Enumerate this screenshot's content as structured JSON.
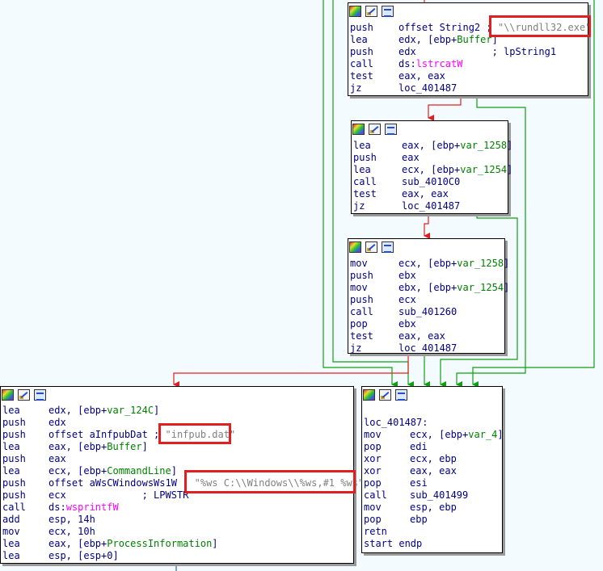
{
  "nodes": [
    {
      "id": "block-push-rundll32",
      "lines": [
        {
          "mn": "push",
          "parts": [
            {
              "t": "offset String2",
              "c": ""
            },
            {
              "t": " ; ",
              "c": ""
            },
            {
              "t": "\"\\\\rundll32.exe\"",
              "c": "str"
            }
          ]
        },
        {
          "mn": "lea",
          "parts": [
            {
              "t": "edx, [ebp+",
              "c": ""
            },
            {
              "t": "Buffer",
              "c": "var"
            },
            {
              "t": "]",
              "c": ""
            }
          ]
        },
        {
          "mn": "push",
          "parts": [
            {
              "t": "edx",
              "c": ""
            },
            {
              "t": "             ; lpString1",
              "c": ""
            }
          ]
        },
        {
          "mn": "call",
          "parts": [
            {
              "t": "ds:",
              "c": ""
            },
            {
              "t": "lstrcatW",
              "c": "imp"
            }
          ]
        },
        {
          "mn": "test",
          "parts": [
            {
              "t": "eax, eax",
              "c": ""
            }
          ]
        },
        {
          "mn": "jz",
          "parts": [
            {
              "t": "loc_401487",
              "c": ""
            }
          ]
        }
      ]
    },
    {
      "id": "block-call-sub-4010c0",
      "lines": [
        {
          "mn": "lea",
          "parts": [
            {
              "t": "eax, [ebp+",
              "c": ""
            },
            {
              "t": "var_1258",
              "c": "var"
            },
            {
              "t": "]",
              "c": ""
            }
          ]
        },
        {
          "mn": "push",
          "parts": [
            {
              "t": "eax",
              "c": ""
            }
          ]
        },
        {
          "mn": "lea",
          "parts": [
            {
              "t": "ecx, [ebp+",
              "c": ""
            },
            {
              "t": "var_1254",
              "c": "var"
            },
            {
              "t": "]",
              "c": ""
            }
          ]
        },
        {
          "mn": "call",
          "parts": [
            {
              "t": "sub_4010C0",
              "c": ""
            }
          ]
        },
        {
          "mn": "test",
          "parts": [
            {
              "t": "eax, eax",
              "c": ""
            }
          ]
        },
        {
          "mn": "jz",
          "parts": [
            {
              "t": "loc_401487",
              "c": ""
            }
          ]
        }
      ]
    },
    {
      "id": "block-call-sub-401260",
      "lines": [
        {
          "mn": "mov",
          "parts": [
            {
              "t": "ecx, [ebp+",
              "c": ""
            },
            {
              "t": "var_1258",
              "c": "var"
            },
            {
              "t": "]",
              "c": ""
            }
          ]
        },
        {
          "mn": "push",
          "parts": [
            {
              "t": "ebx",
              "c": ""
            }
          ]
        },
        {
          "mn": "mov",
          "parts": [
            {
              "t": "ebx, [ebp+",
              "c": ""
            },
            {
              "t": "var_1254",
              "c": "var"
            },
            {
              "t": "]",
              "c": ""
            }
          ]
        },
        {
          "mn": "push",
          "parts": [
            {
              "t": "ecx",
              "c": ""
            }
          ]
        },
        {
          "mn": "call",
          "parts": [
            {
              "t": "sub_401260",
              "c": ""
            }
          ]
        },
        {
          "mn": "pop",
          "parts": [
            {
              "t": "ebx",
              "c": ""
            }
          ]
        },
        {
          "mn": "test",
          "parts": [
            {
              "t": "eax, eax",
              "c": ""
            }
          ]
        },
        {
          "mn": "jz",
          "parts": [
            {
              "t": "loc_401487",
              "c": ""
            }
          ]
        }
      ]
    },
    {
      "id": "block-wsprintf-infpub",
      "lines": [
        {
          "mn": "lea",
          "parts": [
            {
              "t": "edx, [ebp+",
              "c": ""
            },
            {
              "t": "var_124C",
              "c": "var"
            },
            {
              "t": "]",
              "c": ""
            }
          ]
        },
        {
          "mn": "push",
          "parts": [
            {
              "t": "edx",
              "c": ""
            }
          ]
        },
        {
          "mn": "push",
          "parts": [
            {
              "t": "offset aInfpubDat ; ",
              "c": ""
            },
            {
              "t": "\"infpub.dat\"",
              "c": "str"
            }
          ]
        },
        {
          "mn": "lea",
          "parts": [
            {
              "t": "eax, [ebp+",
              "c": ""
            },
            {
              "t": "Buffer",
              "c": "var"
            },
            {
              "t": "]",
              "c": ""
            }
          ]
        },
        {
          "mn": "push",
          "parts": [
            {
              "t": "eax",
              "c": ""
            }
          ]
        },
        {
          "mn": "lea",
          "parts": [
            {
              "t": "ecx, [ebp+",
              "c": ""
            },
            {
              "t": "CommandLine",
              "c": "var"
            },
            {
              "t": "]",
              "c": ""
            }
          ]
        },
        {
          "mn": "push",
          "parts": [
            {
              "t": "offset aWsCWindowsWs1W ; ",
              "c": ""
            },
            {
              "t": "\"%ws C:\\\\Windows\\\\%ws,#1 %ws\"",
              "c": "str"
            }
          ]
        },
        {
          "mn": "push",
          "parts": [
            {
              "t": "ecx",
              "c": ""
            },
            {
              "t": "             ; LPWSTR",
              "c": ""
            }
          ]
        },
        {
          "mn": "call",
          "parts": [
            {
              "t": "ds:",
              "c": ""
            },
            {
              "t": "wsprintfW",
              "c": "imp"
            }
          ]
        },
        {
          "mn": "add",
          "parts": [
            {
              "t": "esp, 14h",
              "c": ""
            }
          ]
        },
        {
          "mn": "mov",
          "parts": [
            {
              "t": "ecx, 10h",
              "c": ""
            }
          ]
        },
        {
          "mn": "lea",
          "parts": [
            {
              "t": "eax, [ebp+",
              "c": ""
            },
            {
              "t": "ProcessInformation",
              "c": "var"
            },
            {
              "t": "]",
              "c": ""
            }
          ]
        },
        {
          "mn": "lea",
          "parts": [
            {
              "t": "esp, [esp+0]",
              "c": ""
            }
          ]
        }
      ]
    },
    {
      "id": "block-loc-401487",
      "lines": [
        {
          "mn": "",
          "parts": [
            {
              "t": "",
              "c": ""
            }
          ]
        },
        {
          "mn": "loc_401487:",
          "parts": [
            {
              "t": "",
              "c": ""
            }
          ]
        },
        {
          "mn": "mov",
          "parts": [
            {
              "t": "ecx, [ebp+",
              "c": ""
            },
            {
              "t": "var_4",
              "c": "var"
            },
            {
              "t": "]",
              "c": ""
            }
          ]
        },
        {
          "mn": "pop",
          "parts": [
            {
              "t": "edi",
              "c": ""
            }
          ]
        },
        {
          "mn": "xor",
          "parts": [
            {
              "t": "ecx, ebp",
              "c": ""
            }
          ]
        },
        {
          "mn": "xor",
          "parts": [
            {
              "t": "eax, eax",
              "c": ""
            }
          ]
        },
        {
          "mn": "pop",
          "parts": [
            {
              "t": "esi",
              "c": ""
            }
          ]
        },
        {
          "mn": "call",
          "parts": [
            {
              "t": "sub_401499",
              "c": ""
            }
          ]
        },
        {
          "mn": "mov",
          "parts": [
            {
              "t": "esp, ebp",
              "c": ""
            }
          ]
        },
        {
          "mn": "pop",
          "parts": [
            {
              "t": "ebp",
              "c": ""
            }
          ]
        },
        {
          "mn": "retn",
          "parts": [
            {
              "t": "",
              "c": ""
            }
          ]
        },
        {
          "mn": "start endp",
          "parts": [
            {
              "t": "",
              "c": ""
            }
          ]
        }
      ]
    }
  ],
  "header_icons": [
    "graph-overview-icon",
    "edit-node-icon",
    "list-view-icon"
  ],
  "colors": {
    "background": "#f4fbff",
    "edge_false": "#e02020",
    "edge_true": "#10a010",
    "edge_uncond": "#3060c0",
    "highlight": "#e02020",
    "mnemonic": "#000080",
    "variable": "#008000",
    "import": "#ff00ff",
    "string": "#808080"
  }
}
